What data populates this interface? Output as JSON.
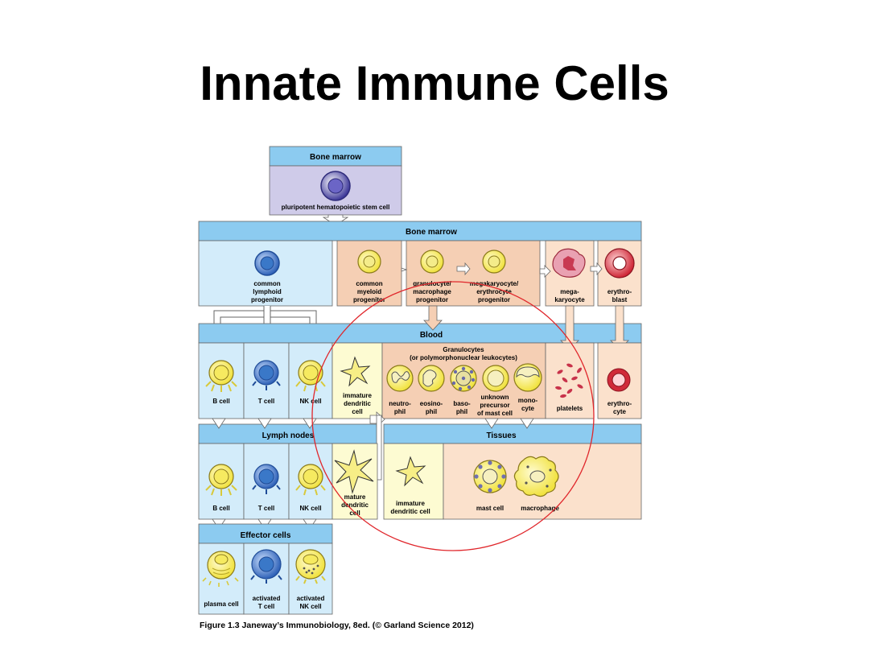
{
  "slide": {
    "title": "Innate Immune Cells"
  },
  "figure": {
    "headers": {
      "bone_marrow_top": "Bone marrow",
      "bone_marrow": "Bone marrow",
      "blood": "Blood",
      "lymph_nodes": "Lymph nodes",
      "tissues": "Tissues",
      "effector": "Effector cells"
    },
    "stem_cell": "pluripotent hematopoietic stem cell",
    "progenitors": {
      "lymphoid": [
        "common",
        "lymphoid",
        "progenitor"
      ],
      "myeloid": [
        "common",
        "myeloid",
        "progenitor"
      ],
      "gm": [
        "granulocyte/",
        "macrophage",
        "progenitor"
      ],
      "me": [
        "megakaryocyte/",
        "erythrocyte",
        "progenitor"
      ],
      "mega": [
        "mega-",
        "karyocyte"
      ],
      "erythroblast": [
        "erythro-",
        "blast"
      ]
    },
    "blood": {
      "granulocytes_title": [
        "Granulocytes",
        "(or polymorphonuclear leukocytes)"
      ],
      "b_cell": "B cell",
      "t_cell": "T cell",
      "nk_cell": "NK cell",
      "immature_dc": [
        "immature",
        "dendritic",
        "cell"
      ],
      "neutrophil": [
        "neutro-",
        "phil"
      ],
      "eosinophil": [
        "eosino-",
        "phil"
      ],
      "basophil": [
        "baso-",
        "phil"
      ],
      "mast_precursor": [
        "unknown",
        "precursor",
        "of mast cell"
      ],
      "monocyte": [
        "mono-",
        "cyte"
      ],
      "platelets": "platelets",
      "erythrocyte": [
        "erythro-",
        "cyte"
      ]
    },
    "lymph": {
      "b_cell": "B cell",
      "t_cell": "T cell",
      "nk_cell": "NK cell",
      "mature_dc": [
        "mature",
        "dendritic",
        "cell"
      ]
    },
    "tissues": {
      "immature_dc": [
        "immature",
        "dendritic cell"
      ],
      "mast_cell": "mast cell",
      "macrophage": "macrophage"
    },
    "effector": {
      "plasma_cell": "plasma cell",
      "activated_t": [
        "activated",
        "T cell"
      ],
      "activated_nk": [
        "activated",
        "NK cell"
      ]
    },
    "caption": "Figure 1.3  Janeway’s Immunobiology, 8ed. (© Garland Science 2012)",
    "colors": {
      "header_blue": "#8ccbf0",
      "lymphoid_bg": "#d3ecfa",
      "myeloid_bg": "#f5cfb4",
      "tissue_bg": "#fbe1cc",
      "dc_bg": "#fdfbd2",
      "purple_bg": "#cfcbe9",
      "cell_yellow": "#f8ef7a",
      "cell_blue": "#3a78c8",
      "cell_red": "#d8313e",
      "highlight_circle": "#e0262b"
    }
  }
}
